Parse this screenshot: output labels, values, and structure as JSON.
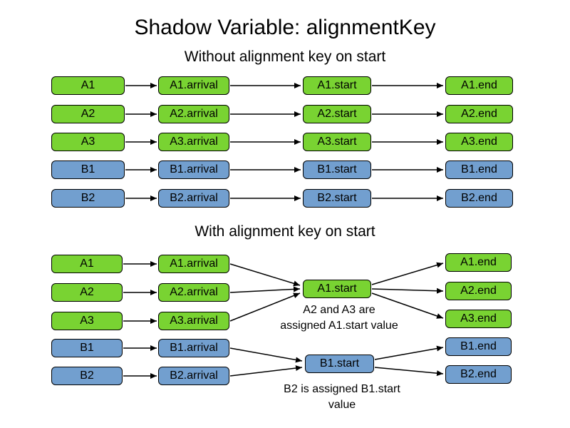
{
  "title": "Shadow Variable: alignmentKey",
  "colors": {
    "green": "#79d332",
    "blue": "#729fcf"
  },
  "s1": {
    "heading": "Without alignment key on start",
    "rows": [
      [
        "A1",
        "A1.arrival",
        "A1.start",
        "A1.end"
      ],
      [
        "A2",
        "A2.arrival",
        "A2.start",
        "A2.end"
      ],
      [
        "A3",
        "A3.arrival",
        "A3.start",
        "A3.end"
      ],
      [
        "B1",
        "B1.arrival",
        "B1.start",
        "B1.end"
      ],
      [
        "B2",
        "B2.arrival",
        "B2.start",
        "B2.end"
      ]
    ]
  },
  "s2": {
    "heading": "With alignment key on start",
    "entities": [
      "A1",
      "A2",
      "A3",
      "B1",
      "B2"
    ],
    "arrivals": [
      "A1.arrival",
      "A2.arrival",
      "A3.arrival",
      "B1.arrival",
      "B2.arrival"
    ],
    "start_a": "A1.start",
    "start_b": "B1.start",
    "ends": [
      "A1.end",
      "A2.end",
      "A3.end",
      "B1.end",
      "B2.end"
    ],
    "note_a_line1": "A2 and A3 are",
    "note_a_line2": "assigned A1.start value",
    "note_b_line1": "B2 is assigned B1.start",
    "note_b_line2": "value"
  }
}
